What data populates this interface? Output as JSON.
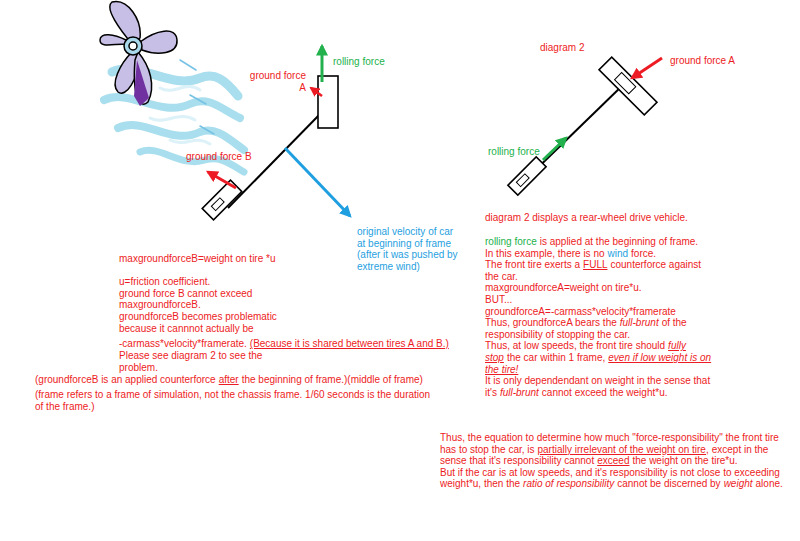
{
  "diagram": {
    "labels": [
      "rolling force",
      "ground force A",
      "ground force B",
      "original velocity of car at beginning of frame (after it was pushed by extreme wind)",
      "maxgroundforceB=weight on tire *u",
      "u=friction coefficient.",
      "ground force B cannot exceed maxgroundforceB.",
      "groundforceB becomes problematic because it cannnot actually be",
      "-carmass*velocity*framerate.",
      "(Because it is shared between tires A and B.)",
      "Please see diagram 2 to see the problem.",
      "(groundforceB is an applied counterforce",
      "after",
      "the beginning of frame.)(middle of frame)",
      "(frame refers to a frame of simulation, not the chassis frame. 1/60 seconds is the duration of the frame.)",
      "diagram 2",
      "ground force A",
      "rolling force",
      "diagram 2 displays a rear-wheel drive vehicle.",
      "rolling force",
      "is applied at the beginning of frame.",
      "In this example, there is no",
      "wind",
      "force.",
      "The front tire exerts a",
      "FULL",
      "counterforce against the car.",
      "maxgroundforceA=weight on tire*u.",
      "BUT...",
      "groundforceA=-carmass*velocity*framerate",
      "Thus, groundforceA bears the",
      "full-brunt",
      "of the responsibility of stopping the car.",
      "Thus, at low speeds, the front tire should",
      "fully stop",
      "the car within 1 frame,",
      "even if low weight is on the tire!",
      "It is only dependendant on weight in the sense that it's",
      "full-brunt",
      "cannot exceed the weight*u.",
      "Thus, the equation to determine how much \"force-responsibility\" the front tire has to stop the car, is",
      "partially irrelevant of the weight on tire,",
      "except in the sense that it's responsibility cannot",
      "exceed",
      "the weight on the tire*u.",
      "But if the car is at low speeds, and it's responsibility is not close to exceeding weight*u, then the",
      "ratio of responsibility",
      "cannot be discerned by",
      "weight",
      "alone."
    ]
  }
}
